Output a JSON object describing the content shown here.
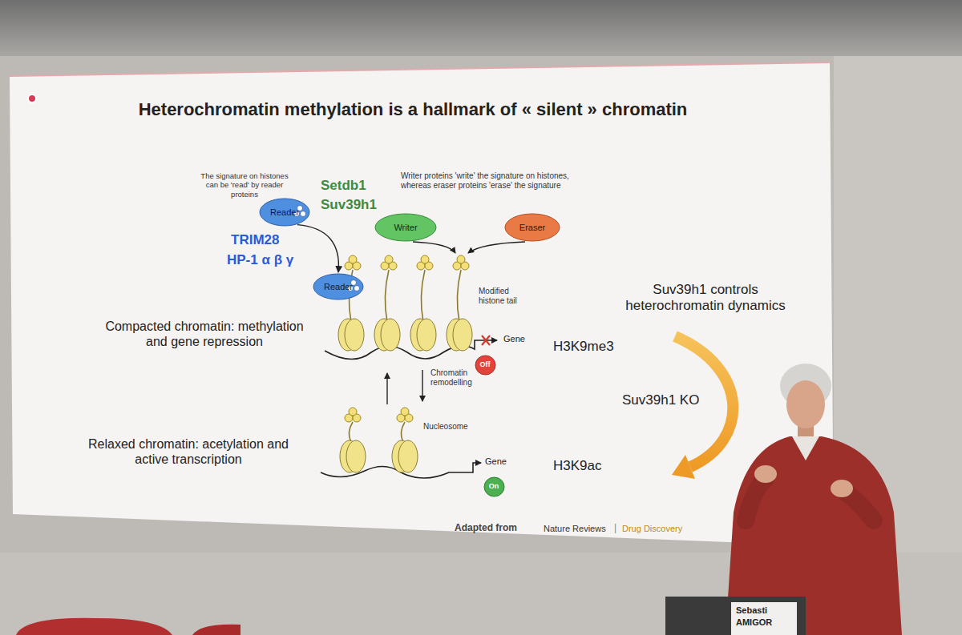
{
  "diagram": {
    "title": "Heterochromatin methylation is a hallmark of « silent » chromatin",
    "nodes": [
      {
        "text": [
          "Reader"
        ]
      },
      {
        "text": [
          "Writer"
        ]
      },
      {
        "text": [
          "Eraser"
        ]
      },
      {
        "text": [
          "Reader"
        ]
      },
      {
        "text": [
          "Off"
        ]
      },
      {
        "text": [
          "On"
        ]
      }
    ],
    "edges": [
      {
        "from": 0,
        "to": 3,
        "arrow": "to"
      }
    ],
    "labels": [
      "The signature on histones can be 'read' by reader proteins",
      "Setdb1",
      "Suv39h1",
      "Writer proteins 'write' the signature on histones, whereas eraser proteins 'erase' the signature",
      "TRIM28",
      "HP-1 α β γ",
      "Suv39h1 controls heterochromatin dynamics",
      "Modified histone tail",
      "Compacted chromatin: methylation and gene repression",
      "Gene",
      "H3K9me3",
      "Chromatin remodelling",
      "Suv39h1 KO",
      "Nucleosome",
      "Relaxed chromatin: acetylation and active transcription",
      "Gene",
      "H3K9ac",
      "Adapted from",
      "Nature Reviews",
      "|",
      "Drug Discovery",
      "Sebasti",
      "AMIGOR"
    ]
  }
}
